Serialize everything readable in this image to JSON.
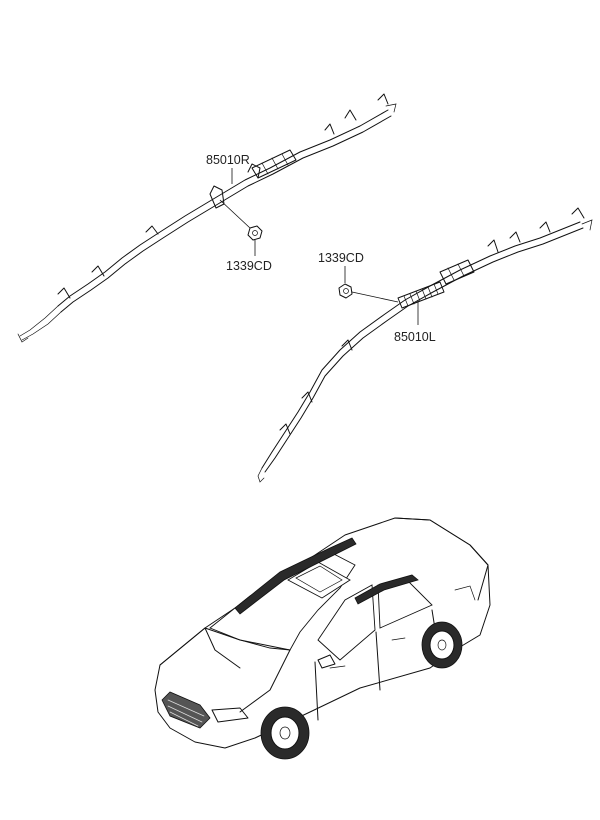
{
  "parts": {
    "airbag_right": {
      "label": "85010R"
    },
    "airbag_left": {
      "label": "85010L"
    },
    "nut_right": {
      "label": "1339CD"
    },
    "nut_left": {
      "label": "1339CD"
    }
  }
}
